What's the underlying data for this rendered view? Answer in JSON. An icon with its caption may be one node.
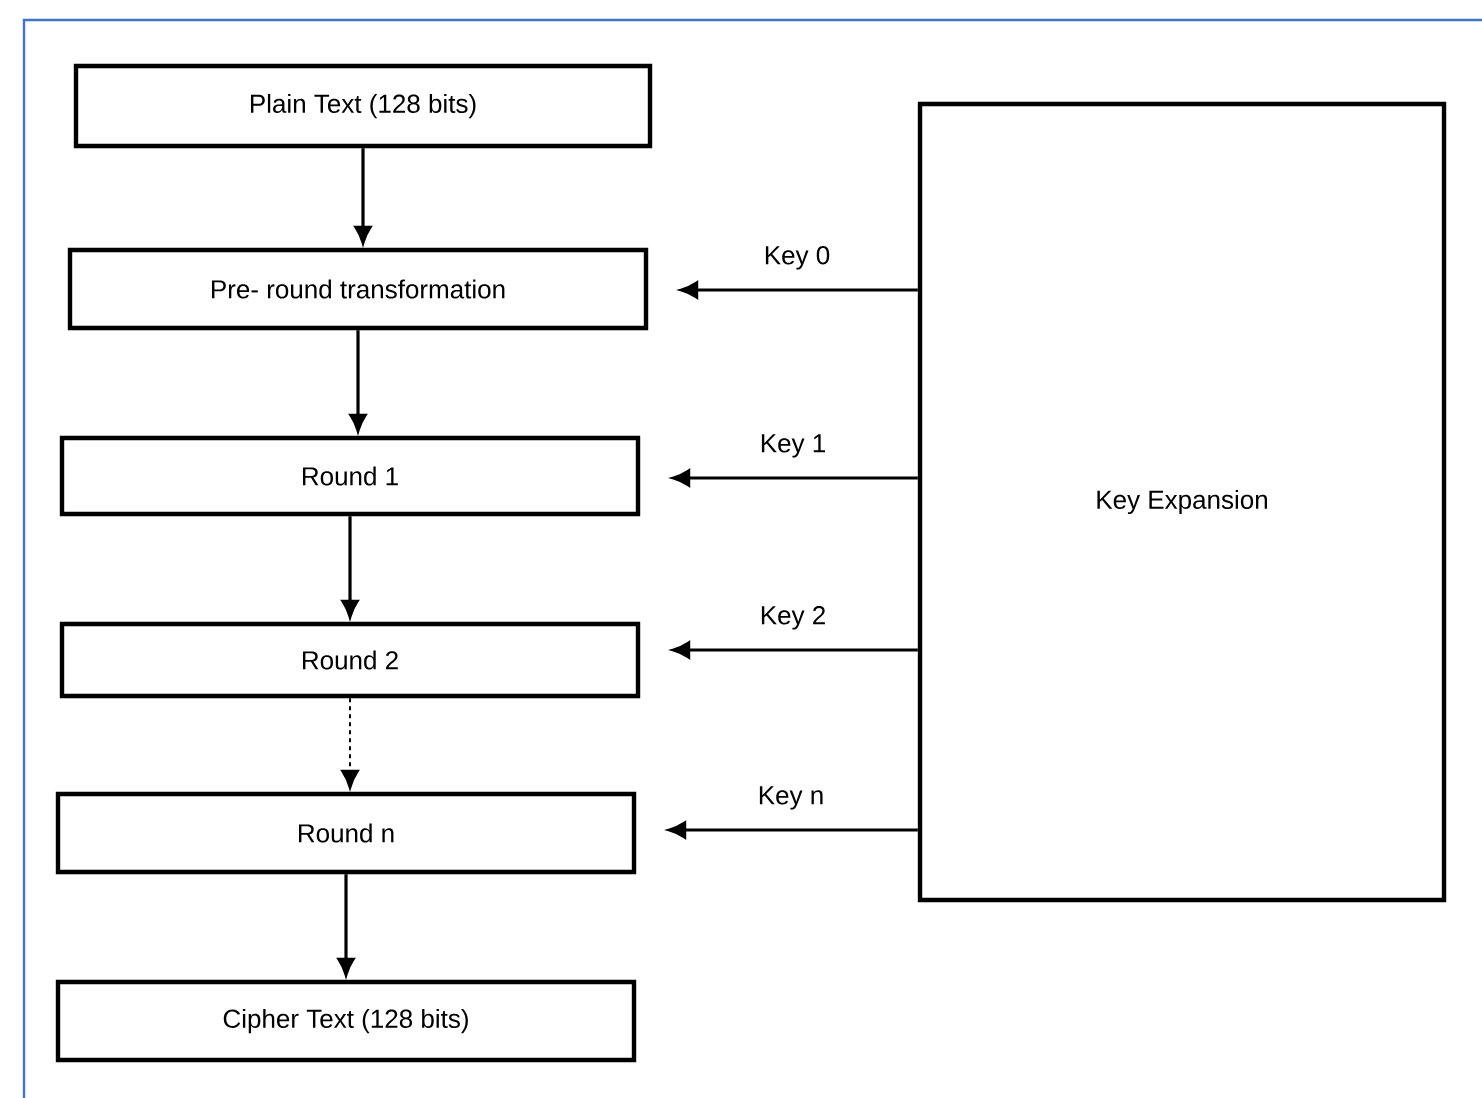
{
  "diagram": {
    "nodes": [
      {
        "text": [
          "Plain Text (128 bits)"
        ]
      },
      {
        "text": [
          "Pre- round transformation"
        ]
      },
      {
        "text": [
          "Round 1"
        ]
      },
      {
        "text": [
          "Round 2"
        ]
      },
      {
        "text": [
          "Round n"
        ]
      },
      {
        "text": [
          "Cipher Text (128 bits)"
        ]
      },
      {
        "text": [
          "Key Expansion"
        ]
      }
    ],
    "edges": [
      {
        "from": 0,
        "to": 1,
        "arrow": "to"
      },
      {
        "from": 1,
        "to": 2,
        "arrow": "to"
      },
      {
        "from": 2,
        "to": 3,
        "arrow": "to"
      },
      {
        "from": 3,
        "to": 4,
        "arrow": "to",
        "style": "dashed"
      },
      {
        "from": 4,
        "to": 5,
        "arrow": "to"
      },
      {
        "from": 6,
        "to": 1,
        "arrow": "to",
        "label": "Key 0"
      },
      {
        "from": 6,
        "to": 2,
        "arrow": "to",
        "label": "Key 1"
      },
      {
        "from": 6,
        "to": 3,
        "arrow": "to",
        "label": "Key 2"
      },
      {
        "from": 6,
        "to": 4,
        "arrow": "to",
        "label": "Key n"
      }
    ]
  }
}
